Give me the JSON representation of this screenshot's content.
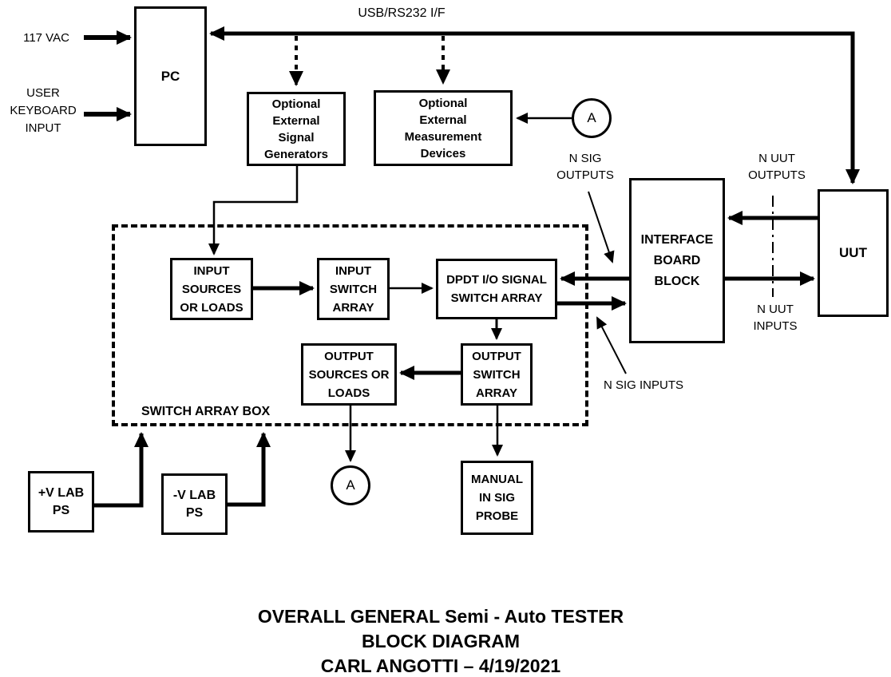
{
  "diagram": {
    "boxes": {
      "pc": "PC",
      "sig_gen": "Optional\nExternal\nSignal\nGenerators",
      "meas_dev": "Optional\nExternal\nMeasurement\nDevices",
      "interface": "INTERFACE\nBOARD\nBLOCK",
      "uut": "UUT",
      "input_sources": "INPUT\nSOURCES\nOR LOADS",
      "input_switch": "INPUT\nSWITCH\nARRAY",
      "dpdt": "DPDT I/O SIGNAL\nSWITCH ARRAY",
      "output_sources": "OUTPUT\nSOURCES OR\nLOADS",
      "output_switch": "OUTPUT\nSWITCH\nARRAY",
      "manual_probe": "MANUAL\nIN SIG\nPROBE",
      "pos_ps": "+V LAB\nPS",
      "neg_ps": "-V LAB\nPS"
    },
    "labels": {
      "vac": "117 VAC",
      "keyboard": "USER\nKEYBOARD\nINPUT",
      "usb": "USB/RS232 I/F",
      "n_sig_outputs": "N SIG\nOUTPUTS",
      "n_uut_outputs": "N UUT\nOUTPUTS",
      "n_uut_inputs": "N UUT\nINPUTS",
      "n_sig_inputs": "N SIG INPUTS",
      "switch_array_box": "SWITCH ARRAY BOX",
      "monitor_point": "A"
    },
    "title": {
      "line1": "OVERALL GENERAL Semi - Auto TESTER",
      "line2": "BLOCK DIAGRAM",
      "line3": "CARL ANGOTTI – 4/19/2021"
    },
    "colors": {
      "line": "#000000",
      "background": "#ffffff"
    }
  }
}
